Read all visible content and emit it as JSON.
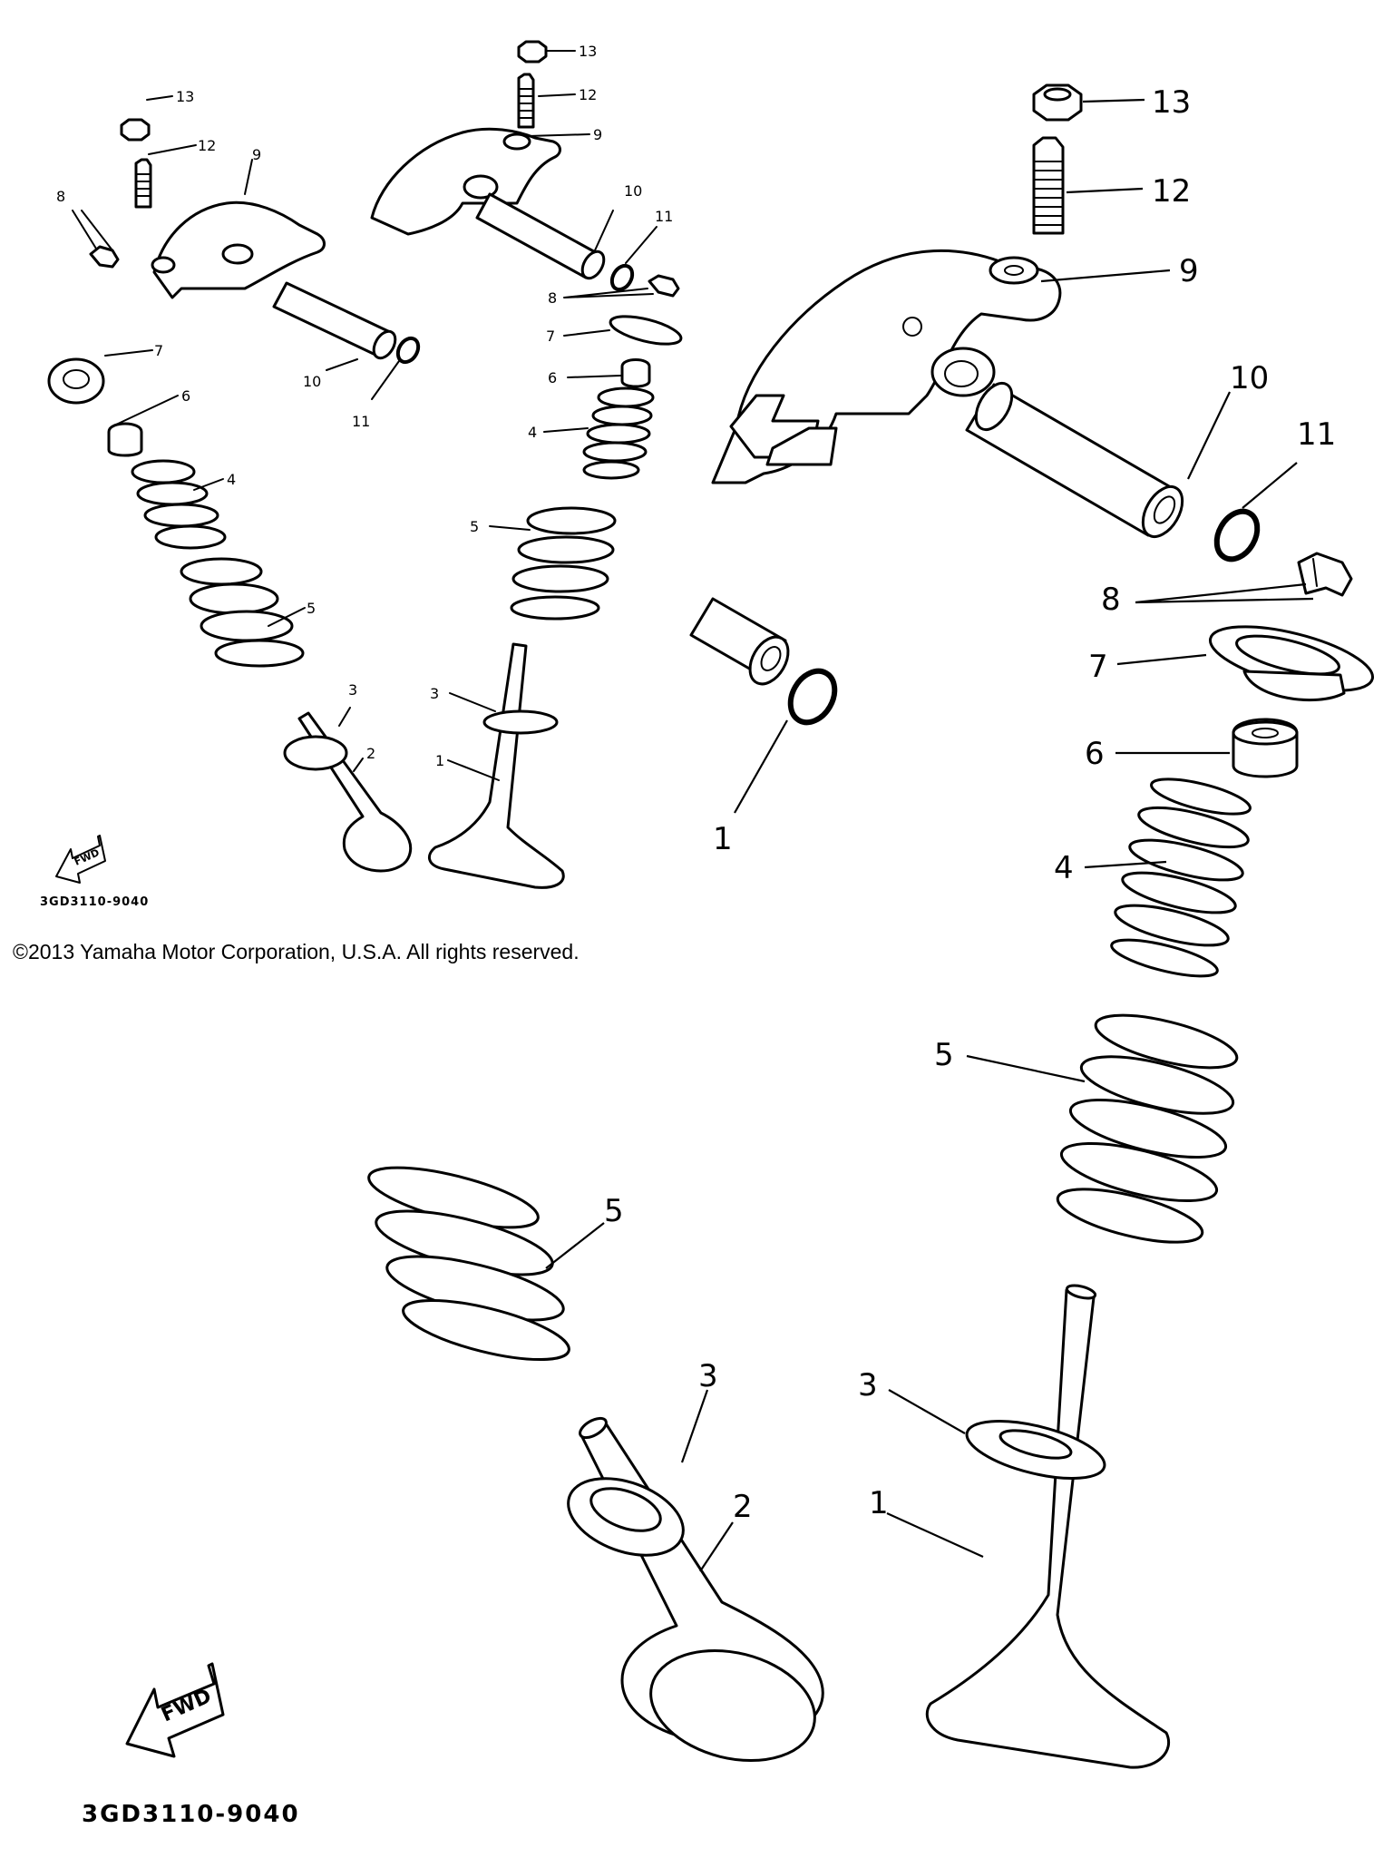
{
  "copyright": "©2013 Yamaha Motor Corporation, U.S.A. All rights reserved.",
  "diagram_code": "3GD3110-9040",
  "fwd_label": "FWD",
  "labels": {
    "p1": "1",
    "p2": "2",
    "p3": "3",
    "p4": "4",
    "p5": "5",
    "p6": "6",
    "p7": "7",
    "p8": "8",
    "p9": "9",
    "p10": "10",
    "p11": "11",
    "p12": "12",
    "p13": "13"
  }
}
